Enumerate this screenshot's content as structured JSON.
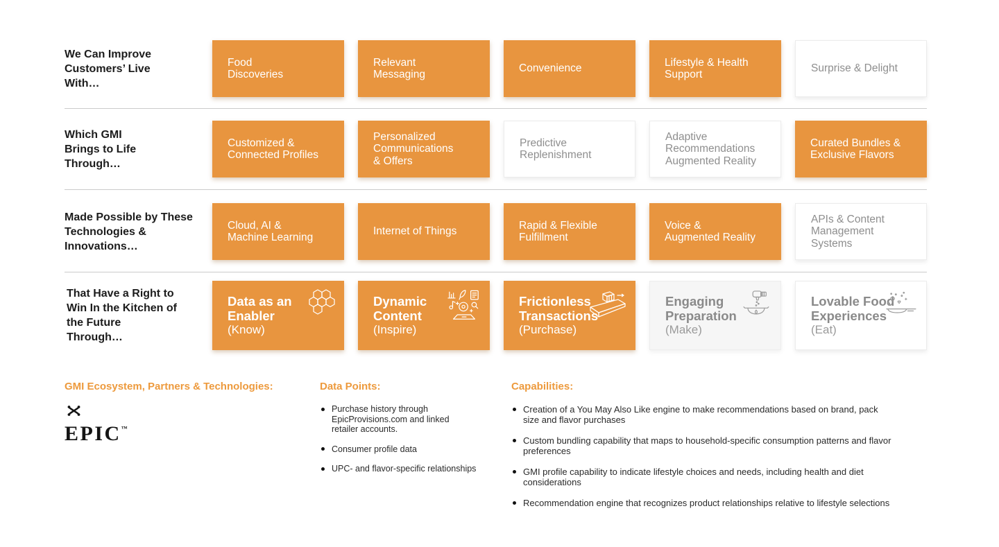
{
  "colors": {
    "orange": "#E8953F",
    "heading_orange": "#ED9A3D",
    "gray_card_text": "#8E8E8E",
    "label_text": "#1C1C1C",
    "divider": "#CBCBCB"
  },
  "rows": [
    {
      "label": "We Can Improve\nCustomers’ Live\nWith…",
      "cards": [
        {
          "text": "Food\nDiscoveries"
        },
        {
          "text": "Relevant\nMessaging"
        },
        {
          "text": "Convenience"
        },
        {
          "text": "Lifestyle & Health\nSupport"
        },
        {
          "text": "Surprise & Delight"
        }
      ]
    },
    {
      "label": "Which GMI\nBrings to Life\nThrough…",
      "cards": [
        {
          "text": "Customized &\nConnected Profiles"
        },
        {
          "text": "Personalized\nCommunications\n& Offers"
        },
        {
          "text": "Predictive\nReplenishment"
        },
        {
          "text": "Adaptive\nRecommendations\nAugmented Reality"
        },
        {
          "text": "Curated Bundles &\nExclusive Flavors"
        }
      ]
    },
    {
      "label": "Made Possible by These\nTechnologies &\nInnovations…",
      "cards": [
        {
          "text": "Cloud, AI &\nMachine Learning"
        },
        {
          "text": "Internet of Things"
        },
        {
          "text": "Rapid & Flexible\nFulfillment"
        },
        {
          "text": "Voice &\nAugmented Reality"
        },
        {
          "text": "APIs & Content\nManagement\nSystems"
        }
      ]
    },
    {
      "label": "That Have a Right to\nWin In the Kitchen of\nthe Future\nThrough…",
      "cards": [
        {
          "title": "Data as an\nEnabler",
          "subtitle": "(Know)",
          "icon": "honeycomb-icon"
        },
        {
          "title": "Dynamic\nContent",
          "subtitle": "(Inspire)",
          "icon": "dynamic-content-icon"
        },
        {
          "title": "Frictionless\nTransactions",
          "subtitle": "(Purchase)",
          "icon": "checkout-conveyor-icon"
        },
        {
          "title": "Engaging\nPreparation",
          "subtitle": "(Make)",
          "icon": "cooking-pot-icon"
        },
        {
          "title": "Lovable Food\nExperiences",
          "subtitle": "(Eat)",
          "icon": "frying-pan-icon"
        }
      ]
    }
  ],
  "footer": {
    "ecosystem": {
      "heading": "GMI Ecosystem, Partners & Technologies:",
      "logo_text": "EPIC",
      "logo_tm": "™",
      "logo_icon": "crossed-bones-icon"
    },
    "data_points": {
      "heading": "Data Points:",
      "items": [
        "Purchase history through EpicProvisions.com and linked retailer accounts.",
        "Consumer profile data",
        "UPC- and flavor-specific relationships"
      ]
    },
    "capabilities": {
      "heading": "Capabilities:",
      "items": [
        "Creation of a You May Also Like engine to make recommendations based on brand, pack size and flavor purchases",
        "Custom bundling capability that maps to household-specific consumption patterns and flavor preferences",
        "GMI profile capability to indicate lifestyle choices and needs, including health and diet considerations",
        "Recommendation engine that recognizes product relationships relative to lifestyle selections"
      ]
    }
  }
}
